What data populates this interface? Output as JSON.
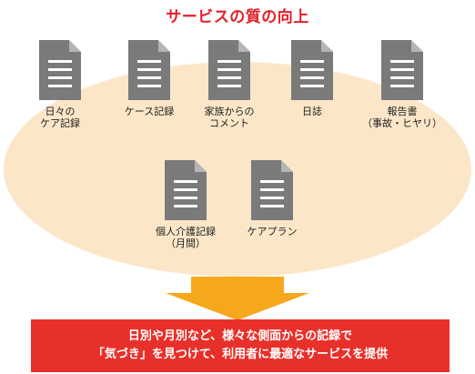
{
  "title": "サービスの質の向上",
  "colors": {
    "title": "#e0202a",
    "ellipse": "#fbe7c8",
    "document": "#7a7a7a",
    "arrow": "#f6a81c",
    "banner": "#e8302a"
  },
  "documents": [
    {
      "label": "日々の\nケア記録",
      "icon": "document-icon"
    },
    {
      "label": "ケース記録",
      "icon": "document-icon"
    },
    {
      "label": "家族からの\nコメント",
      "icon": "document-icon"
    },
    {
      "label": "日誌",
      "icon": "document-icon"
    },
    {
      "label": "報告書\n（事故・ヒヤリ）",
      "icon": "document-icon"
    },
    {
      "label": "個人介護記録\n（月間）",
      "icon": "document-icon"
    },
    {
      "label": "ケアプラン",
      "icon": "document-icon"
    }
  ],
  "banner": {
    "line1": "日別や月別など、様々な側面からの記録で",
    "line2": "「気づき」を見つけて、利用者に最適なサービスを提供"
  }
}
